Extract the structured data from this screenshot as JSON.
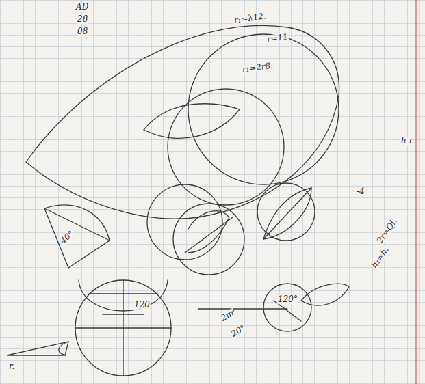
{
  "diagram": {
    "labels": [
      "AD",
      "28",
      "08",
      "r₁=λ12.",
      "r=11",
      "r₁=2r8.",
      "h-r",
      "-4",
      "2r=Ql.",
      "h₁=h.",
      "40°",
      "120",
      "120°",
      "2πr",
      "20°",
      "r."
    ]
  }
}
